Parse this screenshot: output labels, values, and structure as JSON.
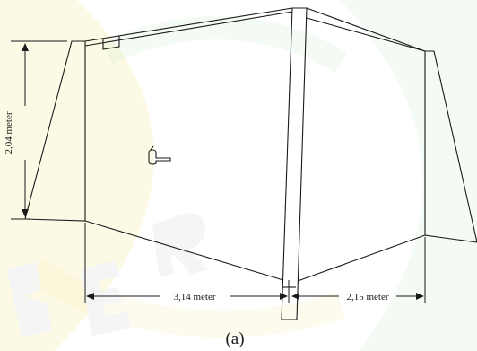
{
  "watermark": {
    "color_yellow": "#f3e27a",
    "color_green": "#8ed08e",
    "color_letters": "#e9ecef"
  },
  "diagram": {
    "dimensions": {
      "height_label": "2,04 meter",
      "left_width_label": "3,14 meter",
      "right_width_label": "2,15 meter"
    },
    "caption": "(a)",
    "faucet_symbol": "faucet-icon"
  }
}
